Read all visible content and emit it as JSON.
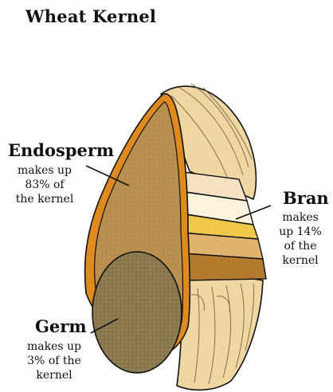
{
  "title": "Wheat Kernel",
  "labels": {
    "endosperm": {
      "name": "Endosperm",
      "description": "makes up 83% of the kernel"
    },
    "bran": {
      "name": "Bran",
      "description": "makes up 14% of the kernel"
    },
    "germ": {
      "name": "Germ",
      "description": "makes up 3% of the kernel"
    }
  },
  "colors": {
    "outer_husk": "#efd7a4",
    "endosperm": "#b98f4f",
    "endosperm_rim": "#de8a1f",
    "germ": "#8c7a4f",
    "bran_layers": [
      "#f3e1c2",
      "#fbf3dd",
      "#f0c84a",
      "#dfb26d",
      "#b37a2e"
    ],
    "pointer_line": "#111111"
  }
}
